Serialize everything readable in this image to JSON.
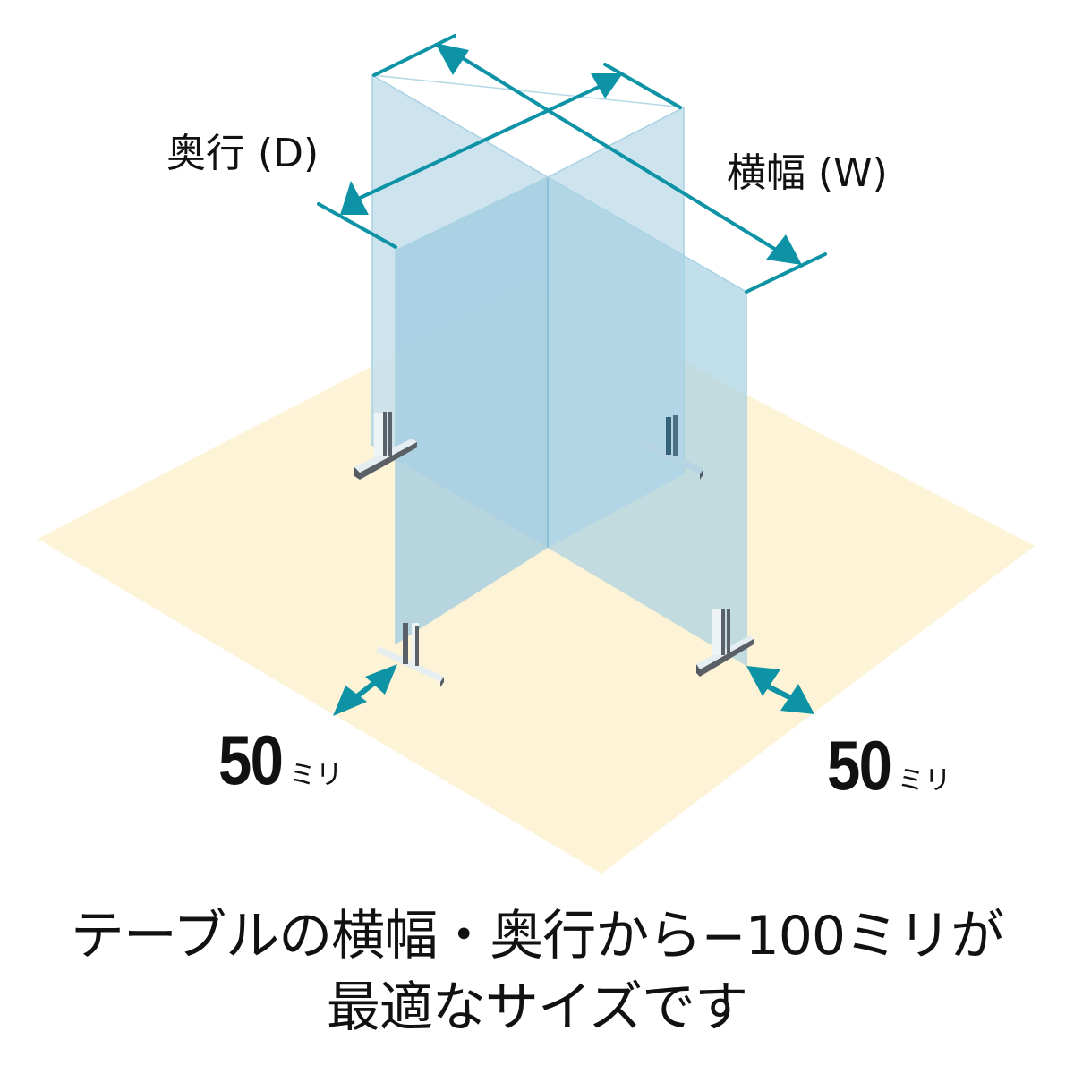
{
  "diagram": {
    "title": "Cross-shaped table partition sizing",
    "dimensions": {
      "depth_label": "奥行 (D)",
      "width_label": "横幅 (W)"
    },
    "clearances": [
      {
        "value": "50",
        "unit": "ミリ",
        "position": "front-left"
      },
      {
        "value": "50",
        "unit": "ミリ",
        "position": "front-right"
      }
    ],
    "caption": {
      "line1": "テーブルの横幅・奥行から−100ミリが",
      "line2": "最適なサイズです"
    },
    "colors": {
      "table": "#fdf3d6",
      "panel_light": "#c8e0ec",
      "panel_dark": "#9ecbe0",
      "panel_overlap_on_table": "#a3c7cc",
      "panel_on_table": "#d0dccd",
      "accent_arrow": "#0e93a6",
      "text": "#111111",
      "background": "#ffffff"
    }
  }
}
